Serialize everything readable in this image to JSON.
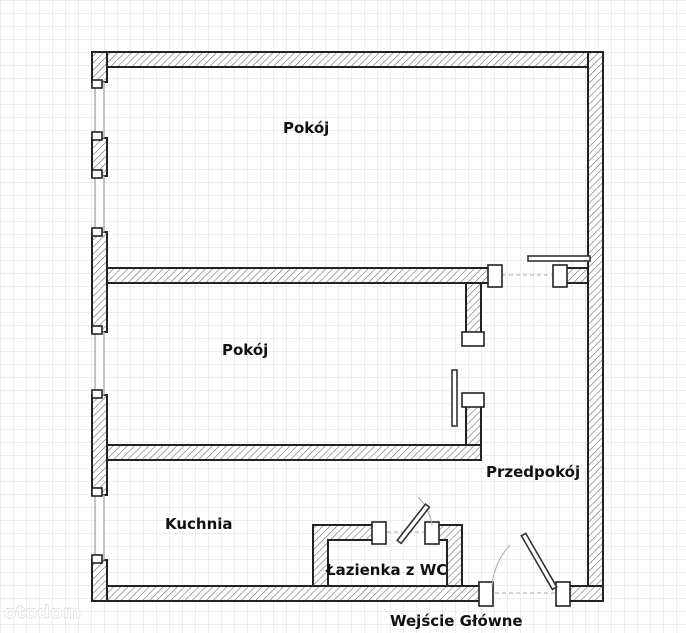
{
  "rooms": {
    "pokoj_top": "Pokój",
    "pokoj_middle": "Pokój",
    "przedpokoj": "Przedpokój",
    "kuchnia": "Kuchnia",
    "lazienka": "Łazienka z WC"
  },
  "entrance_label": "Wejście Główne",
  "watermark": "otodom",
  "colors": {
    "wall_outline": "#222222",
    "grid": "#d9d9d9",
    "background": "#ffffff"
  }
}
